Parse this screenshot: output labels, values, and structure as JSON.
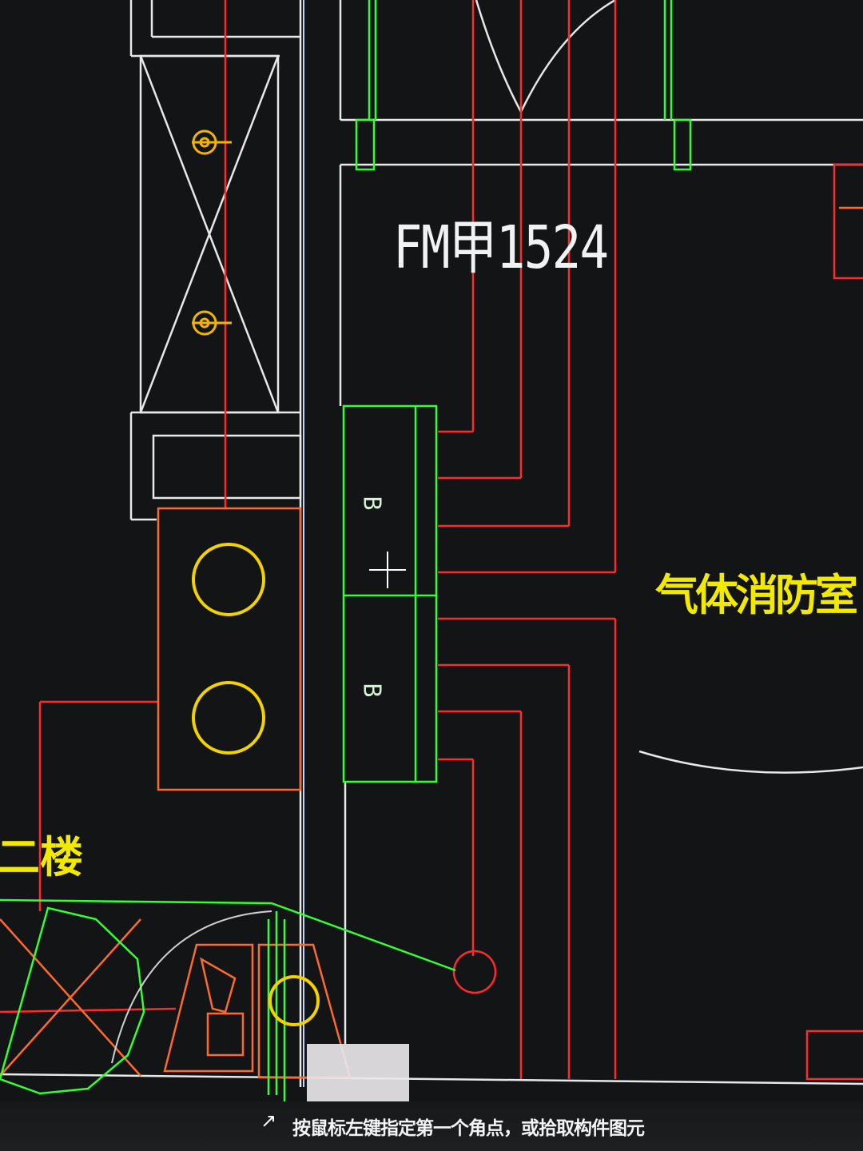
{
  "drawing": {
    "door_label": "FM甲1524",
    "room_label": "气体消防室",
    "floor_label": "二楼",
    "cabinet_label_top": "B",
    "cabinet_label_bottom": "B"
  },
  "command_line": {
    "prompt": "按鼠标左键指定第一个角点，或拾取构件图元"
  },
  "colors": {
    "background": "#121416",
    "wall_white": "#e8e8e8",
    "pipe_red": "#ff2a2a",
    "pipe_orange": "#ff6a2a",
    "equipment_green": "#33ff33",
    "text_yellow": "#f2e900",
    "device_yellow": "#f2d200",
    "wall_blue": "#bfd6ff"
  },
  "icons": {
    "cursor": "crosshair-icon",
    "status_pointer": "pointer-icon",
    "smoke_detector": "detector-icon"
  }
}
